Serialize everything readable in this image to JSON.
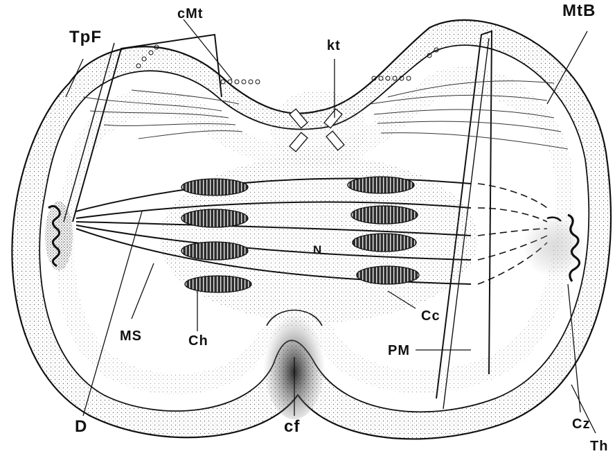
{
  "labels": {
    "cMt": "cMt",
    "kt": "kt",
    "MtB": "MtB",
    "TpF": "TpF",
    "N": "N",
    "MS": "MS",
    "Cc": "Cc",
    "Ch": "Ch",
    "PM": "PM",
    "Cz": "Cz",
    "D": "D",
    "cf": "cf",
    "Th": "Th"
  },
  "colors": {
    "ink": "#111111",
    "stipple": "#6b6b6b",
    "nucleus": "#cfcfcf",
    "chromatin": "#3a3a3a",
    "paper": "#ffffff"
  }
}
